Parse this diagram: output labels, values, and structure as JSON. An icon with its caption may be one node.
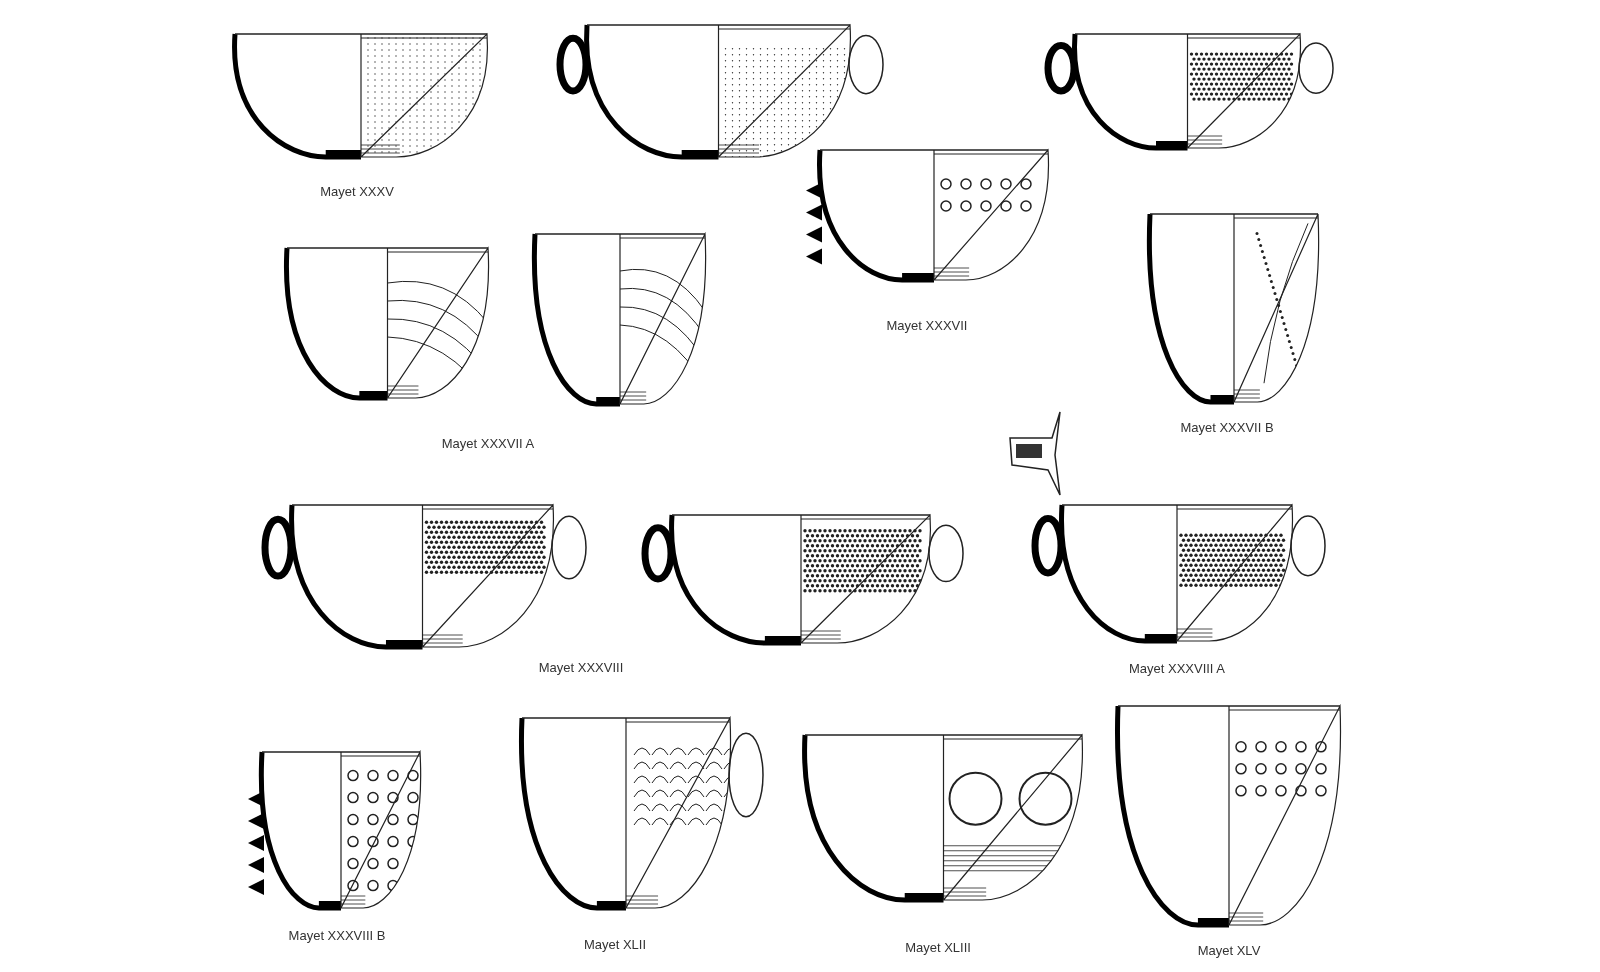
{
  "diagram": {
    "labels": [
      "Mayet XXXV",
      "Mayet XXXVII",
      "Mayet XXXVII B",
      "Mayet XXXVII A",
      "Mayet XXXVIII",
      "Mayet XXXVIII A",
      "Mayet XXXVIII B",
      "Mayet XLII",
      "Mayet XLIII",
      "Mayet XLV"
    ]
  }
}
